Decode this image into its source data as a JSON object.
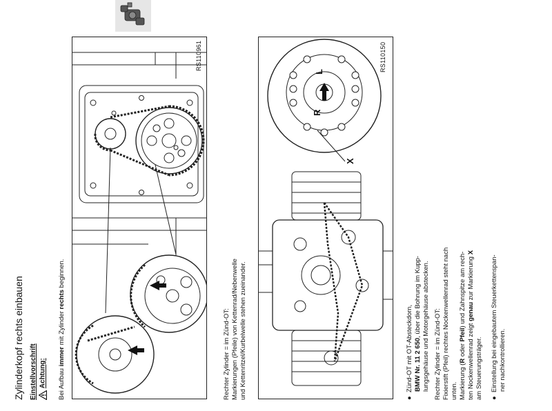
{
  "page": {
    "title": "Zylinderkopf rechts einbauen",
    "section_heading": "Einstellvorschrift",
    "warning_label": "Achtung:",
    "warning_text": {
      "prefix": "Bei Aufbau ",
      "bold1": "immer",
      "middle": " mit Zylinder ",
      "bold2": "rechts",
      "suffix": " beginnen."
    }
  },
  "figures": {
    "left_ref": "RS110961",
    "right_ref": "RS110150",
    "right_marker_r": "R",
    "right_marker_l": "L",
    "right_marker_x": "X"
  },
  "caption_left": {
    "line1": "Rechter Zylinder = im Zünd-OT:",
    "line2": "Markierungen (Pfeile) von Kettenrad/Nebenwelle",
    "line3": "und Kettenritzel/Kurbelwelle stehen zueinander."
  },
  "instructions": {
    "item1": {
      "line1": "Zünd-OT mit OT-Absteckdorn,",
      "line2_bold": "BMW Nr. 11 2 650",
      "line2_rest": ", über die Bohrung im Kupp-",
      "line3": "lungsgehäuse und Motorgehäuse abstecken."
    },
    "middle": {
      "line1": "Rechter Zylinder = im Zünd-OT:",
      "line2": "Fixierstift (Pfeil) rechtes Nockenwellenrad steht nach",
      "line3": "unten.",
      "line4_a": "Markierung (",
      "line4_r": "R",
      "line4_b": " oder ",
      "line4_pfeil": "Pfeil",
      "line4_c": ") und Zahnspitze am rech-",
      "line5_a": "ten Nockenwellenrad zeigt ",
      "line5_genau": "genau",
      "line5_b": " zur Markierung ",
      "line5_x": "X",
      "line6": "am Steuerungsträger."
    },
    "item2": {
      "line1": "Einstellung bei eingebautem Steuerkettenspan-",
      "line2": "ner nachkontrollieren."
    }
  }
}
